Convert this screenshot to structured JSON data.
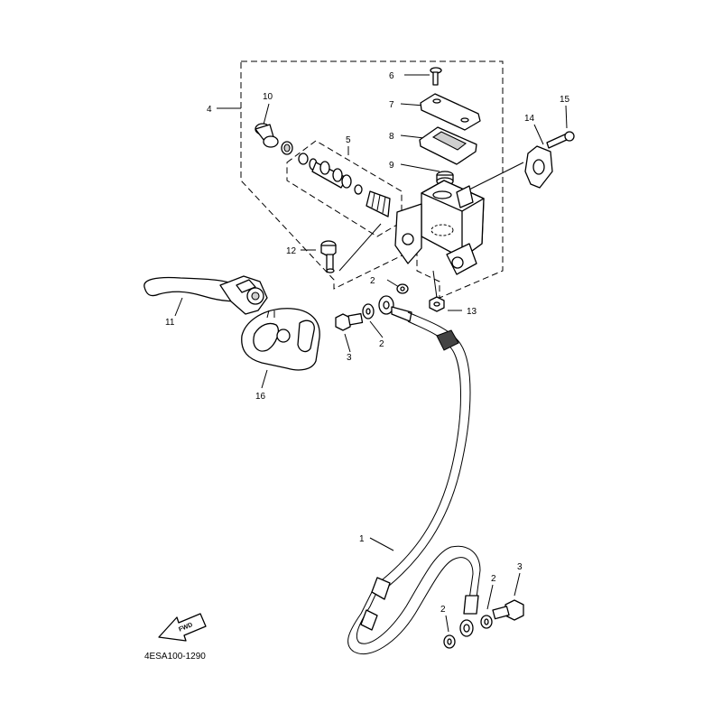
{
  "diagram_code": "4ESA100-1290",
  "fwd_label": "FWD",
  "callouts": {
    "n1": "1",
    "n2a": "2",
    "n2b": "2",
    "n2c": "2",
    "n2d": "2",
    "n3a": "3",
    "n3b": "3",
    "n4": "4",
    "n5": "5",
    "n6": "6",
    "n7": "7",
    "n8": "8",
    "n9": "9",
    "n10": "10",
    "n11": "11",
    "n12": "12",
    "n13": "13",
    "n14": "14",
    "n15": "15",
    "n16": "16"
  }
}
